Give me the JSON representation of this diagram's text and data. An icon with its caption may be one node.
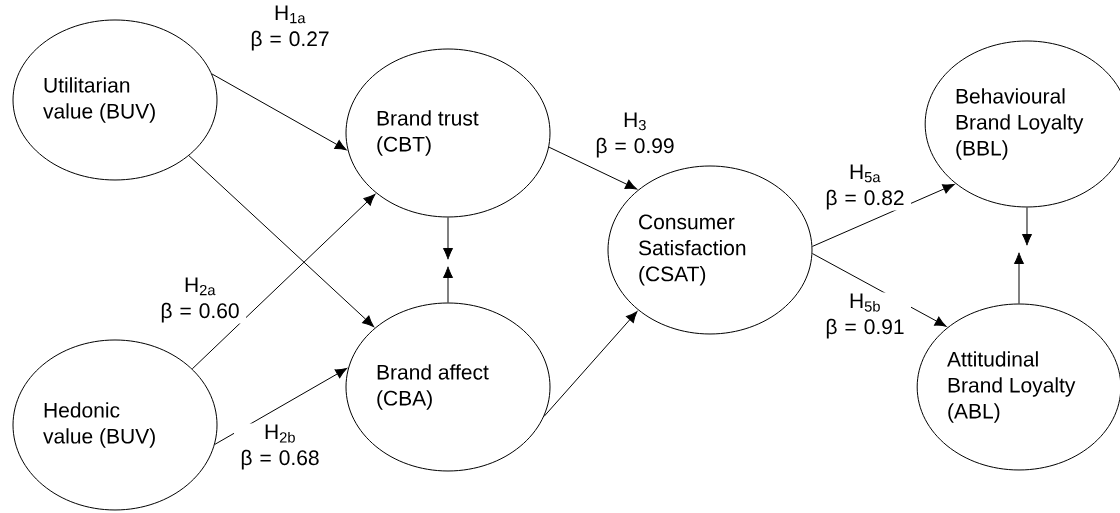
{
  "diagram": {
    "nodes": [
      {
        "text": [
          "Utilitarian value (BUV)"
        ]
      },
      {
        "text": [
          "Hedonic value (BUV)"
        ]
      },
      {
        "text": [
          "Brand trust (CBT)"
        ]
      },
      {
        "text": [
          "Brand affect (CBA)"
        ]
      },
      {
        "text": [
          "Consumer Satisfaction (CSAT)"
        ]
      },
      {
        "text": [
          "Behavioural Brand Loyalty (BBL)"
        ]
      },
      {
        "text": [
          "Attitudinal Brand Loyalty (ABL)"
        ]
      }
    ],
    "edges": [
      {
        "from": 0,
        "to": 2,
        "arrow": "to",
        "label": "H$_{1a}$ β = 0.27"
      },
      {
        "from": 0,
        "to": 3,
        "arrow": "to"
      },
      {
        "from": 1,
        "to": 2,
        "arrow": "to",
        "label": "H$_{2a}$ β = 0.60"
      },
      {
        "from": 1,
        "to": 3,
        "arrow": "to",
        "label": "H$_{2b}$ β = 0.68"
      },
      {
        "from": 2,
        "to": 4,
        "arrow": "to",
        "label": "H$_{3}$ β = 0.99"
      },
      {
        "from": 3,
        "to": 4,
        "arrow": "to"
      },
      {
        "from": 4,
        "to": 5,
        "arrow": "to",
        "label": "H$_{5a}$ β = 0.82"
      },
      {
        "from": 4,
        "to": 6,
        "arrow": "to",
        "label": "H$_{5b}$ β = 0.91"
      },
      {
        "from": 2,
        "to": null,
        "arrow": "to"
      },
      {
        "from": 3,
        "to": null,
        "arrow": "to"
      },
      {
        "from": 5,
        "to": null,
        "arrow": "to"
      },
      {
        "from": 6,
        "to": null,
        "arrow": "to"
      }
    ]
  }
}
